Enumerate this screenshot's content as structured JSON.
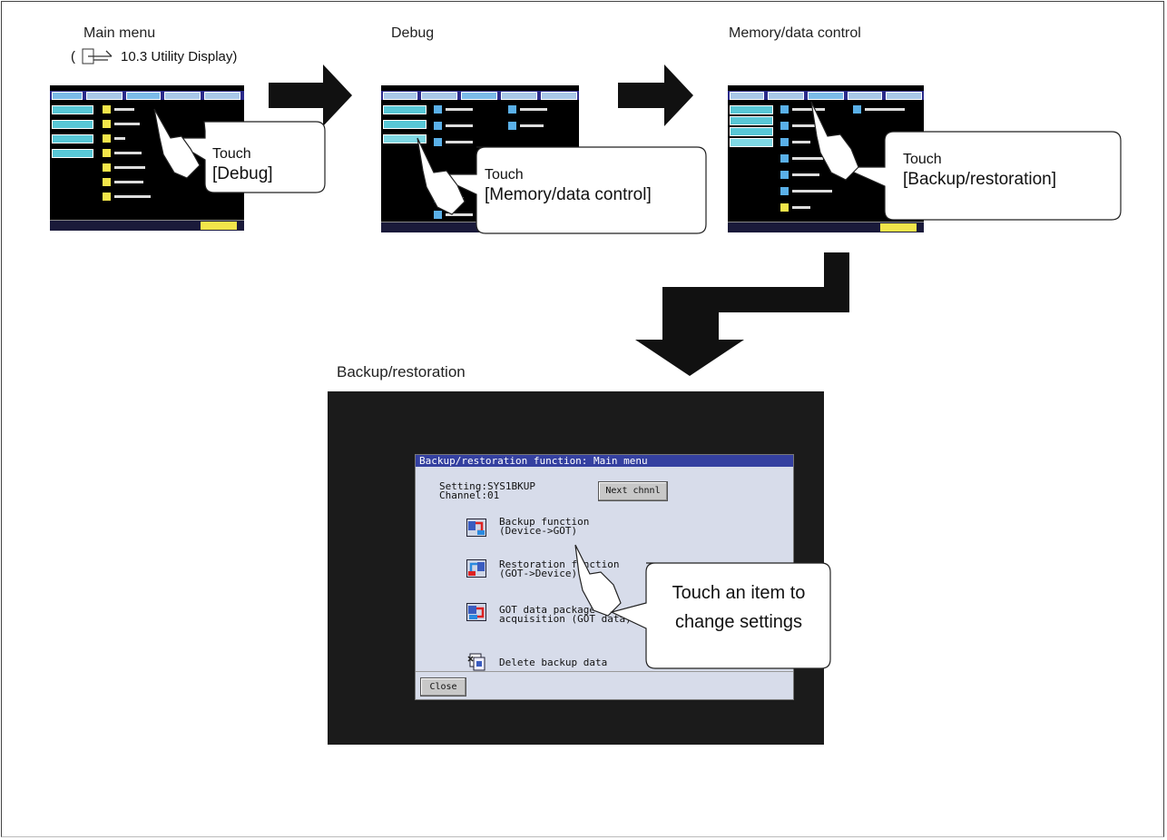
{
  "steps": {
    "main_menu": {
      "title": "Main menu",
      "ref": "10.3 Utility Display)",
      "ref_open": "("
    },
    "debug": {
      "title": "Debug"
    },
    "memory": {
      "title": "Memory/data control"
    },
    "backup": {
      "title": "Backup/restoration"
    }
  },
  "callouts": {
    "c1": {
      "line1": "Touch",
      "line2": "[Debug]"
    },
    "c2": {
      "line1": "Touch",
      "line2": "[Memory/data control]"
    },
    "c3": {
      "line1": "Touch",
      "line2": "[Backup/restoration]"
    },
    "c4": {
      "line1": "Touch an item to",
      "line2": "change settings"
    }
  },
  "dialog": {
    "title": "Backup/restoration function: Main menu",
    "setting": "Setting:SYS1BKUP",
    "channel": "Channel:01",
    "next_button": "Next chnnl",
    "items": [
      {
        "line1": "Backup function",
        "line2": "(Device->GOT)",
        "icon": "backup-icon"
      },
      {
        "line1": "Restoration function",
        "line2": "(GOT->Device)",
        "icon": "restoration-icon"
      },
      {
        "line1": "GOT data package",
        "line2": "acquisition (GOT data)",
        "icon": "package-icon"
      },
      {
        "line1": "Delete backup data",
        "line2": "",
        "icon": "delete-icon"
      }
    ],
    "close_button": "Close"
  },
  "colors": {
    "title_bar": "#3440a0",
    "dialog_bg": "#d7dcea",
    "screen_bg": "#1b1b1b",
    "arrow": "#111111"
  }
}
